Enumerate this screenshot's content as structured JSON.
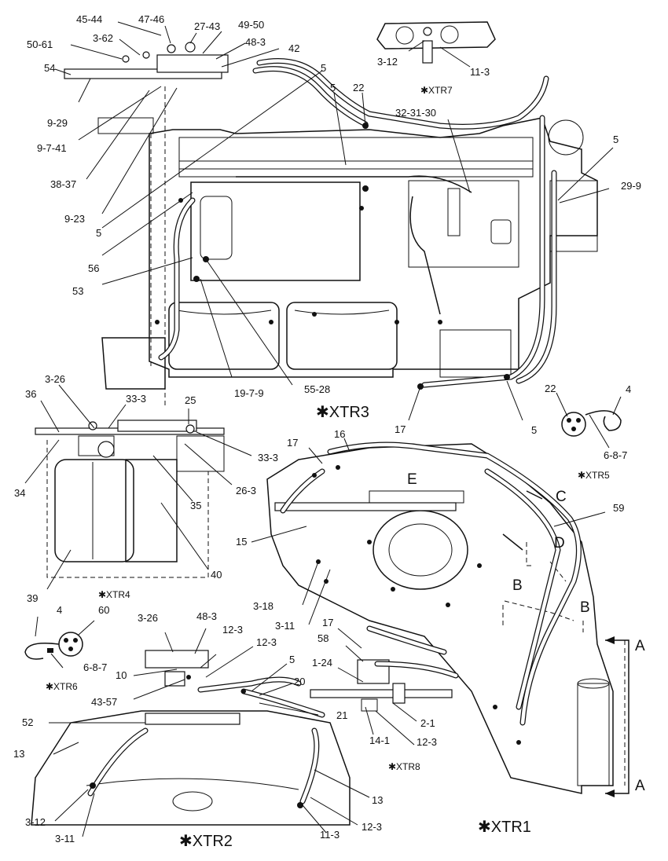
{
  "callouts": {
    "c45_44": "45-44",
    "c47_46": "47-46",
    "c27_43": "27-43",
    "c49_50": "49-50",
    "c50_61": "50-61",
    "c3_62": "3-62",
    "c48_3_top": "48-3",
    "c42": "42",
    "c54": "54",
    "c5_a": "5",
    "c5_b": "5",
    "c22_top": "22",
    "c3_12_top": "3-12",
    "c11_3_top": "11-3",
    "c9_29": "9-29",
    "c9_7_41": "9-7-41",
    "c38_37": "38-37",
    "c9_23": "9-23",
    "c5_left": "5",
    "c56": "56",
    "c53": "53",
    "c32_31_30": "32-31-30",
    "c5_right": "5",
    "c29_9": "29-9",
    "c19_7_9": "19-7-9",
    "c55_28": "55-28",
    "c17_mid": "17",
    "c5_mid": "5",
    "c3_26_a": "3-26",
    "c36": "36",
    "c33_3_a": "33-3",
    "c25": "25",
    "c33_3_b": "33-3",
    "c34": "34",
    "c26_3": "26-3",
    "c35": "35",
    "c40": "40",
    "c39": "39",
    "c22_r": "22",
    "c4_r": "4",
    "c6_8_7_r": "6-8-7",
    "c17_upper": "17",
    "c16": "16",
    "c59": "59",
    "c15": "15",
    "c3_18": "3-18",
    "c3_11_mid": "3-11",
    "c4_l": "4",
    "c60": "60",
    "c6_8_7_l": "6-8-7",
    "c3_26_b": "3-26",
    "c48_3_b": "48-3",
    "c12_3_a": "12-3",
    "c12_3_b": "12-3",
    "c10": "10",
    "c5_low": "5",
    "c43_57": "43-57",
    "c20": "20",
    "c52": "52",
    "c21": "21",
    "c13_l": "13",
    "c13_r": "13",
    "c3_12_low": "3-12",
    "c3_11_low": "3-11",
    "c11_3_low": "11-3",
    "c12_3_low": "12-3",
    "c17_low": "17",
    "c58": "58",
    "c1_24": "1-24",
    "c2_1": "2-1",
    "c14_1": "14-1",
    "c12_3_c": "12-3"
  },
  "view_labels": {
    "xtr7": "✱XTR7",
    "xtr5": "✱XTR5",
    "xtr4": "✱XTR4",
    "xtr6": "✱XTR6",
    "xtr8": "✱XTR8"
  },
  "large_labels": {
    "xtr3": "✱XTR3",
    "xtr2": "✱XTR2",
    "xtr1": "✱XTR1"
  },
  "section_letters": {
    "a_top": "A",
    "a_bottom": "A",
    "b_left": "B",
    "b_right": "B",
    "c": "C",
    "d": "D",
    "e": "E"
  }
}
